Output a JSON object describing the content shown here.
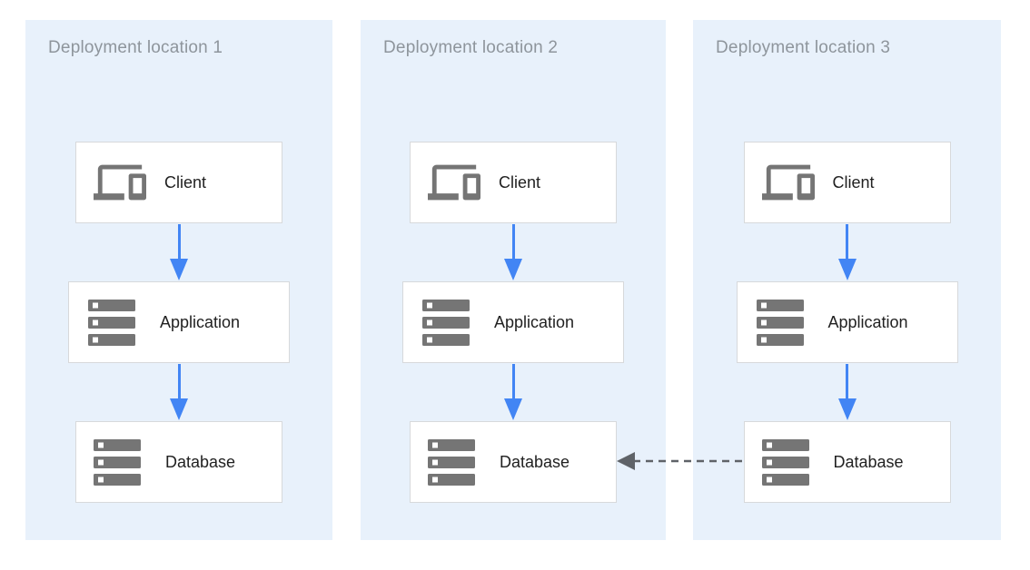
{
  "diagram": {
    "locations": [
      {
        "title": "Deployment location 1",
        "nodes": [
          {
            "label": "Client",
            "icon": "devices-icon"
          },
          {
            "label": "Application",
            "icon": "server-stack-icon"
          },
          {
            "label": "Database",
            "icon": "server-stack-icon"
          }
        ]
      },
      {
        "title": "Deployment location 2",
        "nodes": [
          {
            "label": "Client",
            "icon": "devices-icon"
          },
          {
            "label": "Application",
            "icon": "server-stack-icon"
          },
          {
            "label": "Database",
            "icon": "server-stack-icon"
          }
        ]
      },
      {
        "title": "Deployment location 3",
        "nodes": [
          {
            "label": "Client",
            "icon": "devices-icon"
          },
          {
            "label": "Application",
            "icon": "server-stack-icon"
          },
          {
            "label": "Database",
            "icon": "server-stack-icon"
          }
        ]
      }
    ],
    "connections": {
      "vertical_flow": {
        "style": "solid",
        "color": "#4285F4",
        "direction": "down",
        "path": "Client → Application → Database"
      },
      "replication": {
        "style": "dashed",
        "color": "#5F6368",
        "direction": "left",
        "from": "Database (Deployment location 3)",
        "to": "Database (Deployment location 2)"
      }
    },
    "colors": {
      "panel_background": "#E8F1FB",
      "panel_title_text": "#8E959C",
      "node_background": "#FFFFFF",
      "node_border": "#D7D9DB",
      "node_label_text": "#212121",
      "icon_gray": "#757575",
      "flow_arrow_blue": "#4285F4",
      "replication_arrow_gray": "#5F6368"
    }
  }
}
